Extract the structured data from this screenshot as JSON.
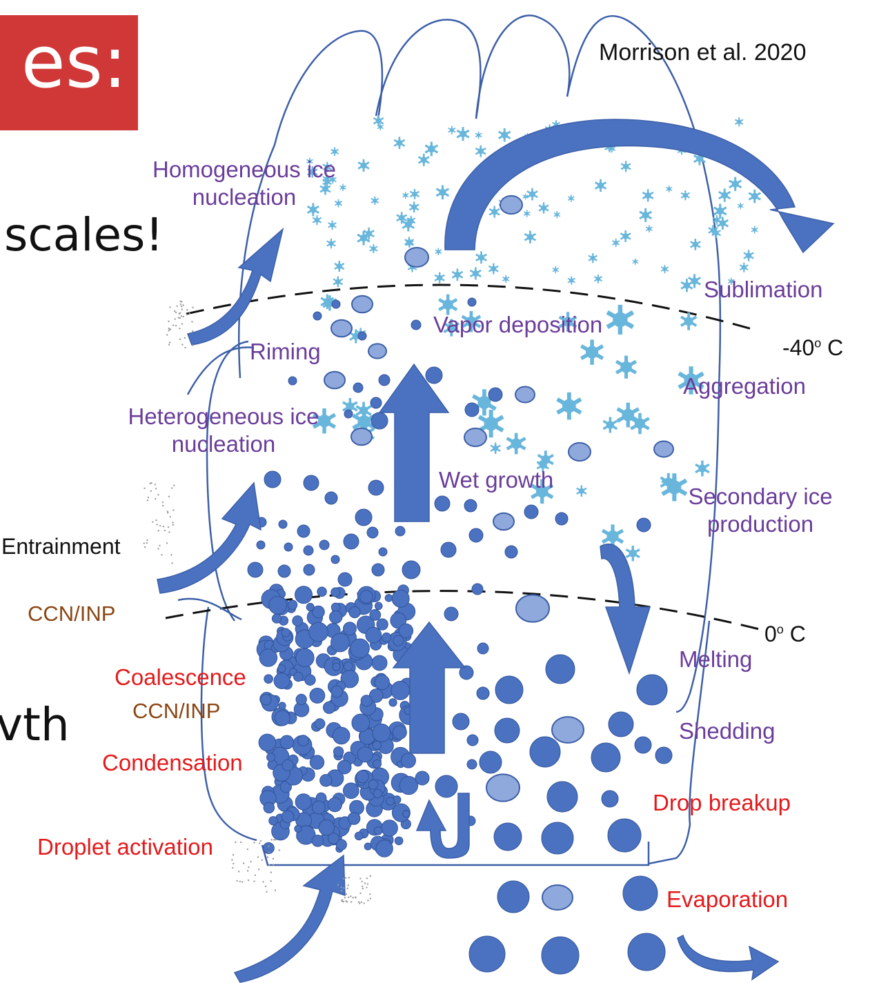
{
  "slide": {
    "title_fragment": "es:",
    "line_scales": "scales!",
    "line_growth": "vth"
  },
  "diagram": {
    "citation": "Morrison et al. 2020",
    "temperatures": {
      "upper": "-40",
      "lower": "0",
      "unit_sup": "o",
      "unit": " C"
    },
    "labels": {
      "homogeneous_ice_nucleation": [
        "Homogeneous ice",
        "nucleation"
      ],
      "sublimation": "Sublimation",
      "vapor_deposition": "Vapor deposition",
      "riming": "Riming",
      "aggregation": "Aggregation",
      "heterogeneous_ice_nucleation": [
        "Heterogeneous ice",
        "nucleation"
      ],
      "wet_growth": "Wet growth",
      "secondary_ice_production": [
        "Secondary ice",
        "production"
      ],
      "entrainment": "Entrainment",
      "ccn_inp_mid": "CCN/INP",
      "melting": "Melting",
      "coalescence": "Coalescence",
      "shedding": "Shedding",
      "condensation": "Condensation",
      "drop_breakup": "Drop breakup",
      "droplet_activation": "Droplet activation",
      "evaporation": "Evaporation",
      "ccn_inp_bottom": "CCN/INP"
    },
    "colors": {
      "purple_label": "#6a3d9a",
      "red_label": "#e31a1c",
      "brown_label": "#8b4513",
      "arrow": "#4a72c0",
      "drop": "#4a72c0",
      "graupel": "#8fa9dc",
      "ice_crystal": "#69b6dc",
      "cloud_outline": "#3d5fa8"
    }
  }
}
